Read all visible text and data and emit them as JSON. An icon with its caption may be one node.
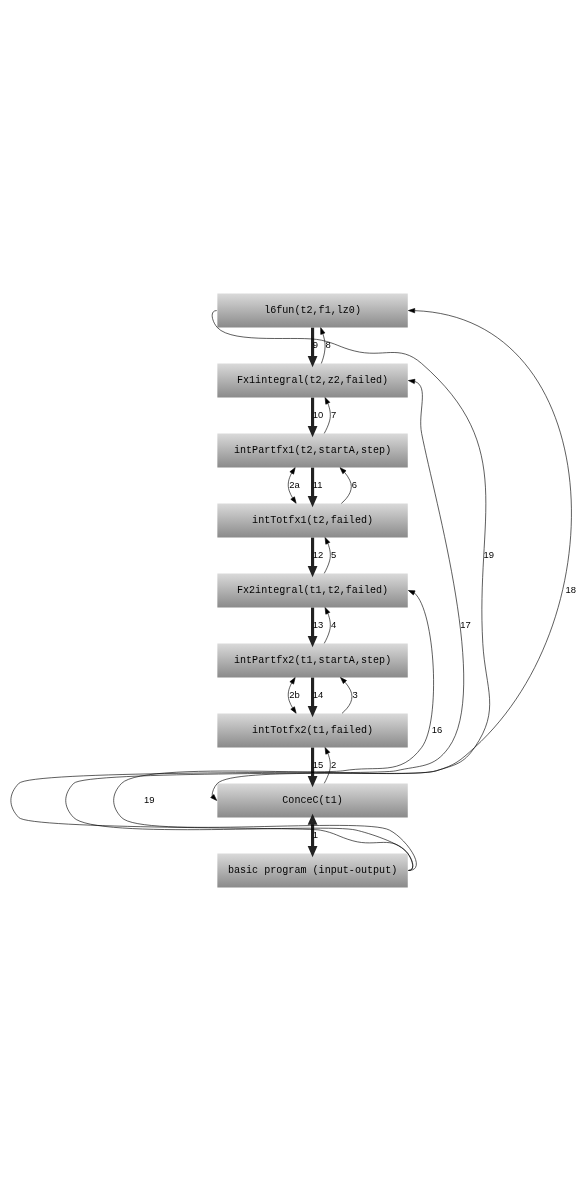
{
  "diagram": {
    "nodes": [
      {
        "text": [
          "l6fun(t2,f1,lz0)"
        ]
      },
      {
        "text": [
          "Fx1integral(t2,z2,failed)"
        ]
      },
      {
        "text": [
          "intPartfx1(t2,startA,step)"
        ]
      },
      {
        "text": [
          "intTotfx1(t2,failed)"
        ]
      },
      {
        "text": [
          "Fx2integral(t1,t2,failed)"
        ]
      },
      {
        "text": [
          "intPartfx2(t1,startA,step)"
        ]
      },
      {
        "text": [
          "intTotfx2(t1,failed)"
        ]
      },
      {
        "text": [
          "ConceC(t1)"
        ]
      },
      {
        "text": [
          "basic program (input-output)"
        ]
      }
    ],
    "edges": [
      {
        "from": 7,
        "to": 8,
        "arrow": "both",
        "label": "1",
        "style": "thick"
      },
      {
        "from": 7,
        "to": 6,
        "arrow": "to",
        "label": "2"
      },
      {
        "from": 6,
        "to": 5,
        "arrow": "to",
        "label": "3"
      },
      {
        "from": 5,
        "to": 4,
        "arrow": "to",
        "label": "4"
      },
      {
        "from": 4,
        "to": 3,
        "arrow": "to",
        "label": "5"
      },
      {
        "from": 3,
        "to": 2,
        "arrow": "to",
        "label": "6"
      },
      {
        "from": 2,
        "to": 1,
        "arrow": "to",
        "label": "7"
      },
      {
        "from": 1,
        "to": 0,
        "arrow": "to",
        "label": "8"
      },
      {
        "from": 2,
        "to": 3,
        "arrow": "both",
        "label": "2a"
      },
      {
        "from": 5,
        "to": 6,
        "arrow": "both",
        "label": "2b"
      },
      {
        "from": 0,
        "to": 1,
        "arrow": "to",
        "label": "9",
        "style": "thick"
      },
      {
        "from": 1,
        "to": 2,
        "arrow": "to",
        "label": "10",
        "style": "thick"
      },
      {
        "from": 2,
        "to": 3,
        "arrow": "to",
        "label": "11",
        "style": "thick"
      },
      {
        "from": 3,
        "to": 4,
        "arrow": "to",
        "label": "12",
        "style": "thick"
      },
      {
        "from": 4,
        "to": 5,
        "arrow": "to",
        "label": "13",
        "style": "thick"
      },
      {
        "from": 5,
        "to": 6,
        "arrow": "to",
        "label": "14",
        "style": "thick"
      },
      {
        "from": 6,
        "to": 7,
        "arrow": "to",
        "label": "15",
        "style": "thick"
      },
      {
        "from": 8,
        "to": 4,
        "arrow": "to",
        "label": "16"
      },
      {
        "from": 8,
        "to": 1,
        "arrow": "to",
        "label": "17"
      },
      {
        "from": 8,
        "to": 0,
        "arrow": "to",
        "label": "18"
      },
      {
        "from": 0,
        "to": 7,
        "arrow": "to",
        "label": "19"
      }
    ],
    "labels": [
      "19"
    ]
  }
}
